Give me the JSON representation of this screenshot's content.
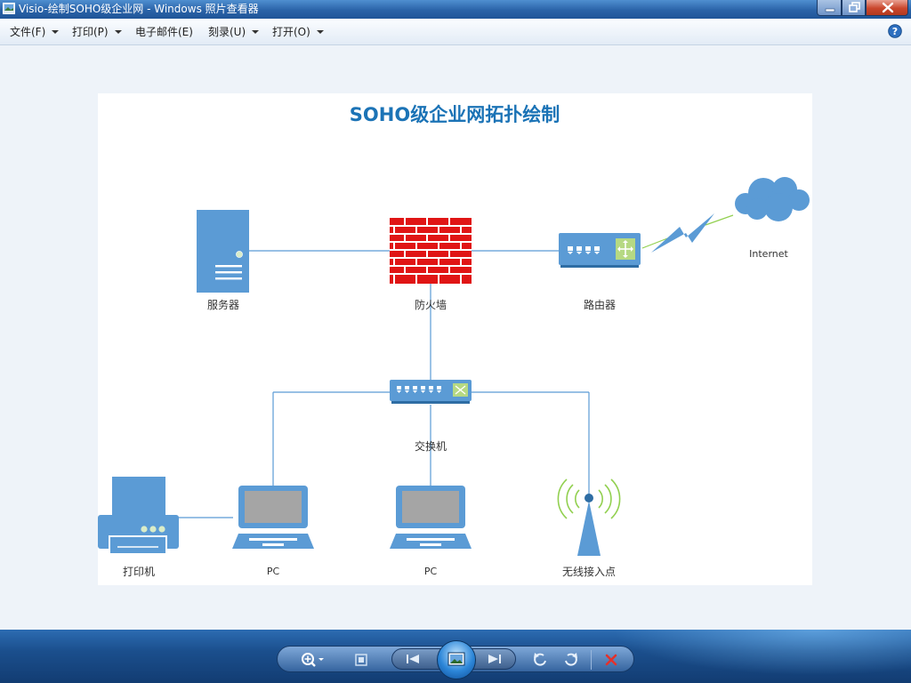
{
  "window": {
    "title": "Visio-绘制SOHO级企业网 - Windows 照片查看器"
  },
  "menu": {
    "items": [
      {
        "label": "文件(F)",
        "has_dropdown": true
      },
      {
        "label": "打印(P)",
        "has_dropdown": true
      },
      {
        "label": "电子邮件(E)",
        "has_dropdown": false
      },
      {
        "label": "刻录(U)",
        "has_dropdown": true
      },
      {
        "label": "打开(O)",
        "has_dropdown": true
      }
    ],
    "help_icon": "help-icon"
  },
  "diagram": {
    "title": "SOHO级企业网拓扑绘制",
    "nodes": {
      "server": "服务器",
      "firewall": "防火墙",
      "router": "路由器",
      "internet": "Internet",
      "switch": "交换机",
      "printer": "打印机",
      "pc1": "PC",
      "pc2": "PC",
      "ap": "无线接入点"
    },
    "colors": {
      "device": "#5b9bd5",
      "firewall": "#e01515",
      "title": "#1b73b6",
      "link": "#5b9bd5",
      "wireless": "#92d050"
    }
  },
  "toolbar": {
    "buttons": [
      "zoom-icon",
      "actual-size-icon",
      "previous-icon",
      "slideshow-icon",
      "next-icon",
      "rotate-left-icon",
      "rotate-right-icon",
      "delete-icon"
    ]
  }
}
